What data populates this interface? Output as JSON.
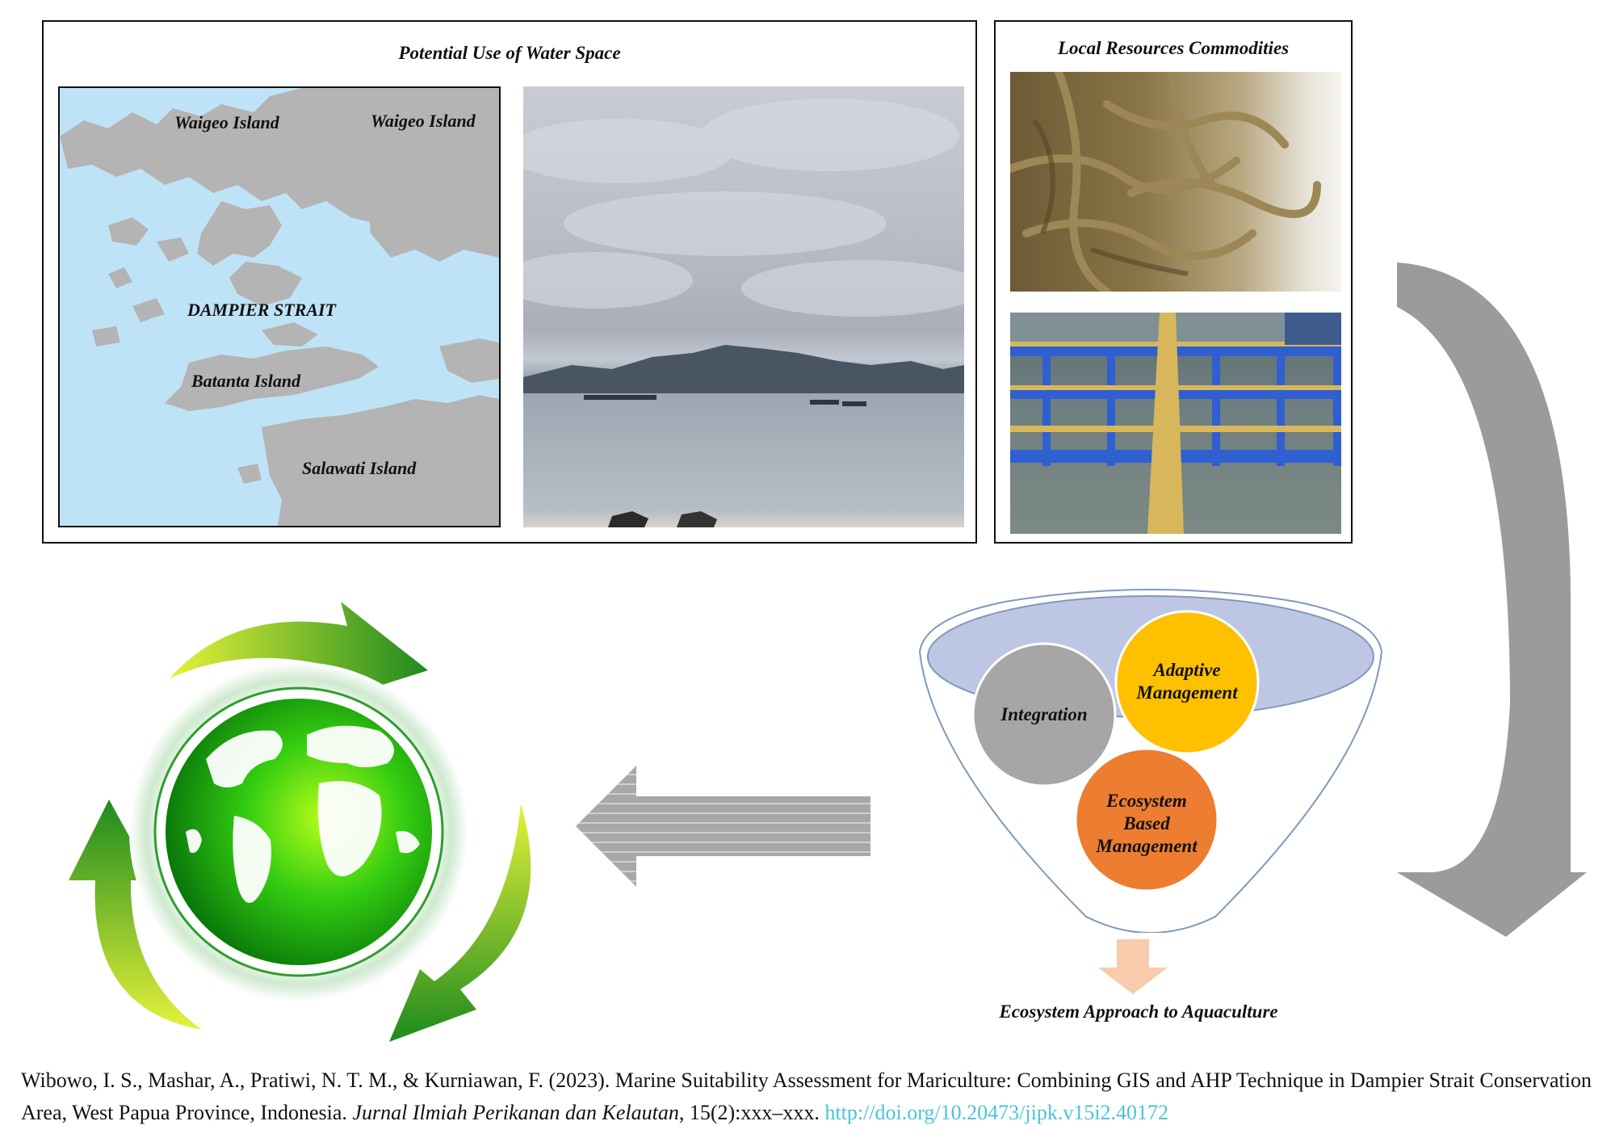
{
  "panels": {
    "water_space": {
      "title": "Potential Use of Water Space"
    },
    "local_resources": {
      "title": "Local Resources Commodities"
    }
  },
  "map": {
    "labels": {
      "waigeo_left": "Waigeo Island",
      "waigeo_right": "Waigeo Island",
      "dampier": "DAMPIER STRAIT",
      "batanta": "Batanta Island",
      "salawati": "Salawati Island"
    },
    "colors": {
      "sea": "#bfe3f6",
      "land": "#b4b4b4"
    }
  },
  "funnel": {
    "circles": {
      "integration": "Integration",
      "adaptive_line1": "Adaptive",
      "adaptive_line2": "Management",
      "ecosystem_line1": "Ecosystem",
      "ecosystem_line2": "Based",
      "ecosystem_line3": "Management"
    },
    "colors": {
      "integration": "#a6a6a6",
      "adaptive": "#ffc000",
      "ecosystem": "#ed7d31",
      "ellipse": "#bdc7e3"
    },
    "result": "Ecosystem Approach to Aquaculture"
  },
  "citation": {
    "authors": "Wibowo, I. S., Mashar, A., Pratiwi, N. T. M., & Kurniawan, F. (2023). Marine Suitability Assessment for Mariculture: Combining GIS and AHP Technique in Dampier Strait Conservation Area, West Papua Province, Indonesia. ",
    "journal": "Jurnal Ilmiah Perikanan dan Kelautan",
    "volume": ", 15(2):xxx–xxx. ",
    "doi": "http://doi.org/10.20473/jipk.v15i2.40172"
  }
}
